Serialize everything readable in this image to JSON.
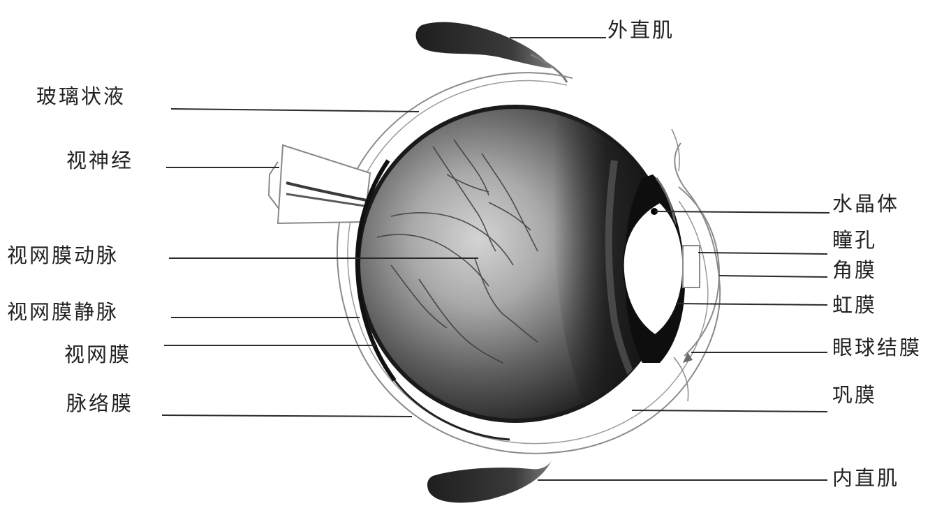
{
  "labels": {
    "lateral_rectus": "外直肌",
    "vitreous_body": "玻璃状液",
    "optic_nerve": "视神经",
    "retinal_artery": "视网膜动脉",
    "retinal_vein": "视网膜静脉",
    "retina": "视网膜",
    "choroid": "脉络膜",
    "lens": "水晶体",
    "pupil": "瞳孔",
    "cornea": "角膜",
    "iris": "虹膜",
    "conjunctiva": "眼球结膜",
    "sclera": "巩膜",
    "medial_rectus": "内直肌"
  },
  "colors": {
    "line": "#2a2a2a",
    "text": "#222222",
    "background": "#ffffff"
  }
}
